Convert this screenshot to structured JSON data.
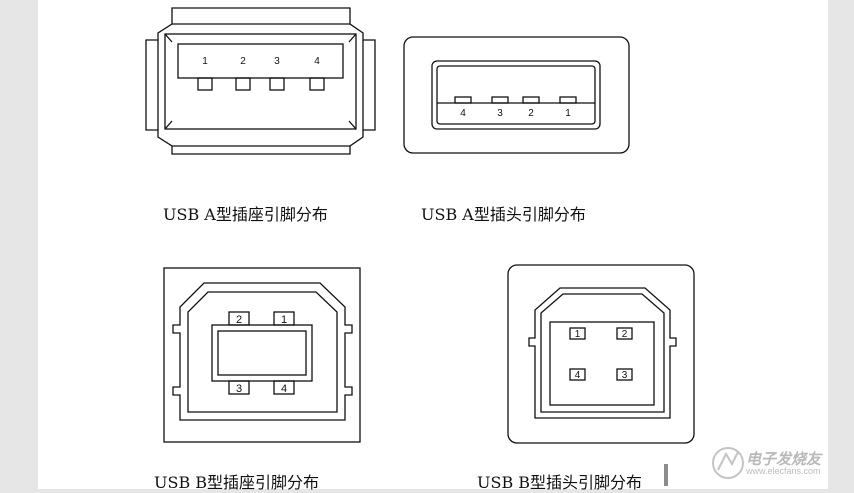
{
  "captions": {
    "a_receptacle": "USB A型插座引脚分布",
    "a_plug": "USB A型插头引脚分布",
    "b_receptacle": "USB B型插座引脚分布",
    "b_plug": "USB B型插头引脚分布"
  },
  "usb_a_receptacle_pins": [
    "1",
    "2",
    "3",
    "4"
  ],
  "usb_a_plug_pins": [
    "4",
    "3",
    "2",
    "1"
  ],
  "usb_b_receptacle_pins": [
    "2",
    "1",
    "3",
    "4"
  ],
  "usb_b_plug_pins": [
    "1",
    "2",
    "4",
    "3"
  ],
  "watermark": {
    "text": "电子发烧友",
    "url": "www.elecfans.com"
  },
  "colors": {
    "line": "#111111",
    "page": "#ffffff",
    "margin": "#e6e6e6"
  }
}
